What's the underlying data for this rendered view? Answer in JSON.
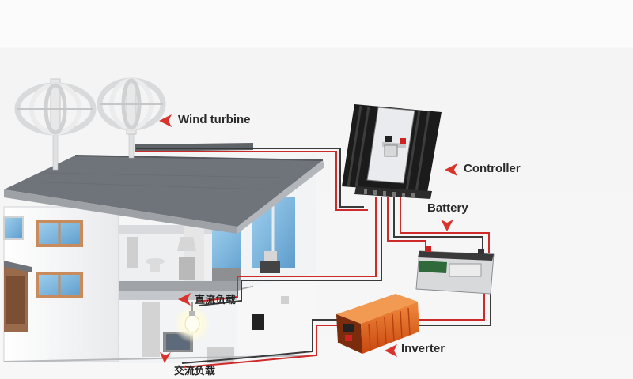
{
  "labels": {
    "wind_turbine": "Wind turbine",
    "controller": "Controller",
    "battery": "Battery",
    "inverter": "Inverter",
    "dc_load": "直流负载",
    "ac_load": "交流负载"
  },
  "colors": {
    "arrow": "#d9332b",
    "wire_red": "#cf2a2a",
    "wire_dark": "#3a3a3a",
    "inverter_body": "#e2611c",
    "battery_body": "#d9d9d9",
    "controller_body": "#1f1f1f",
    "roof": "#6e7378"
  }
}
